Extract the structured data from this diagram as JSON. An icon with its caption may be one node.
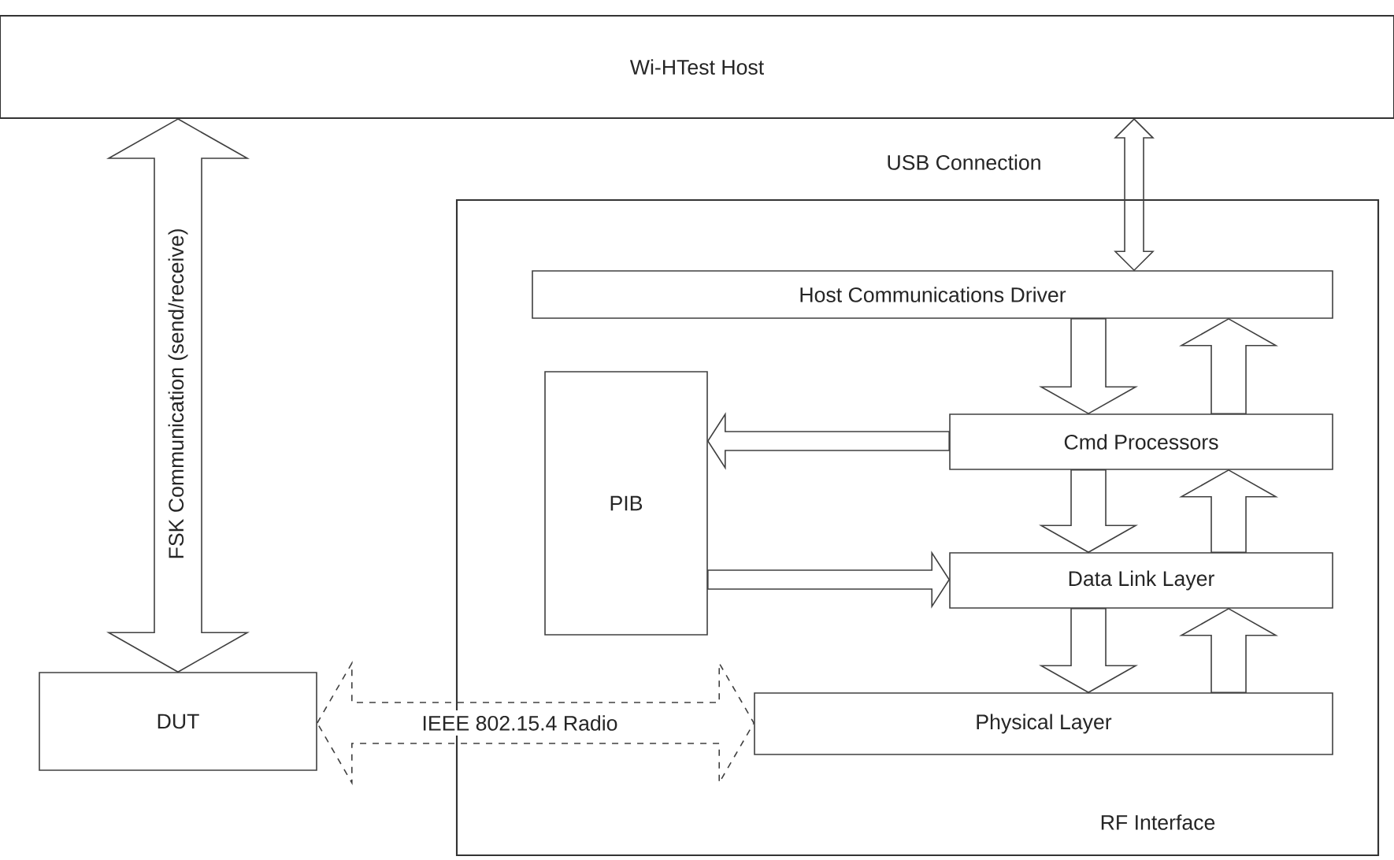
{
  "diagram": {
    "nodes": [
      {
        "text": [
          "Wi-HTest Host"
        ]
      },
      {
        "text": [
          "RF Interface"
        ]
      },
      {
        "text": [
          "Host Communications Driver"
        ],
        "in": 1
      },
      {
        "text": [
          "PIB"
        ],
        "in": 1
      },
      {
        "text": [
          "Cmd Processors"
        ],
        "in": 1
      },
      {
        "text": [
          "Data Link Layer"
        ],
        "in": 1
      },
      {
        "text": [
          "Physical Layer"
        ],
        "in": 1
      },
      {
        "text": [
          "DUT"
        ]
      }
    ],
    "edges": [
      {
        "from": 0,
        "to": 7,
        "arrow": "both",
        "label": "FSK Communication (send/receive)"
      },
      {
        "from": 0,
        "to": 2,
        "arrow": "both",
        "label": "USB Connection"
      },
      {
        "from": 2,
        "to": 4,
        "arrow": "to"
      },
      {
        "from": 4,
        "to": 2,
        "arrow": "to"
      },
      {
        "from": 4,
        "to": 3,
        "arrow": "to"
      },
      {
        "from": 3,
        "to": 5,
        "arrow": "to"
      },
      {
        "from": 4,
        "to": 5,
        "arrow": "to"
      },
      {
        "from": 5,
        "to": 4,
        "arrow": "to"
      },
      {
        "from": 5,
        "to": 6,
        "arrow": "to"
      },
      {
        "from": 6,
        "to": 5,
        "arrow": "to"
      },
      {
        "from": 7,
        "to": 6,
        "arrow": "both",
        "label": "IEEE 802.15.4 Radio",
        "style": "dashed"
      }
    ]
  }
}
